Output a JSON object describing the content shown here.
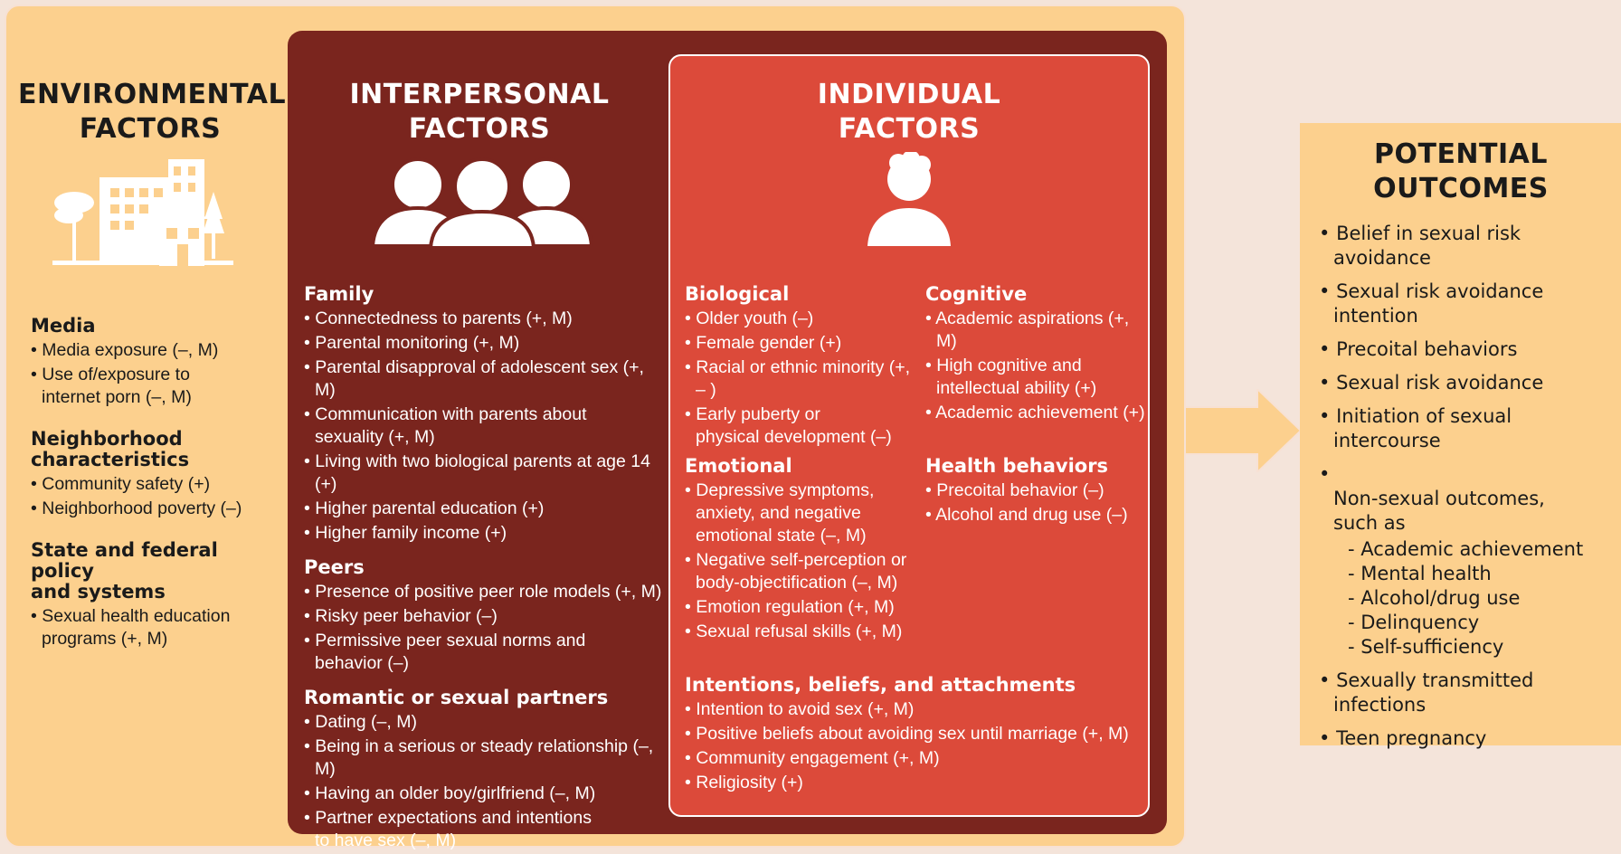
{
  "colors": {
    "page_bg": "#f4e4da",
    "environmental_bg": "#fcd08e",
    "interpersonal_bg": "#7a251e",
    "individual_bg": "#dc4a3a",
    "outcomes_bg": "#fcd08e",
    "arrow": "#fcd08e"
  },
  "icons": {
    "environmental": "buildings-and-trees-icon",
    "interpersonal": "three-people-icon",
    "individual": "person-icon",
    "arrow": "right-arrow-icon"
  },
  "environmental": {
    "heading_line1": "ENVIRONMENTAL",
    "heading_line2": "FACTORS",
    "sections": [
      {
        "title": "Media",
        "items": [
          "Media exposure (–, M)",
          "Use of/exposure to\ninternet porn (–, M)"
        ]
      },
      {
        "title_line1": "Neighborhood",
        "title_line2": "characteristics",
        "items": [
          "Community safety (+)",
          "Neighborhood poverty (–)"
        ]
      },
      {
        "title_line1": "State and federal policy",
        "title_line2": "and systems",
        "items": [
          "Sexual health education\nprograms (+, M)"
        ]
      }
    ]
  },
  "interpersonal": {
    "heading_line1": "INTERPERSONAL",
    "heading_line2": "FACTORS",
    "sections": [
      {
        "title": "Family",
        "items": [
          "Connectedness to parents (+, M)",
          "Parental monitoring (+, M)",
          "Parental disapproval of adolescent sex (+, M)",
          "Communication with parents about\nsexuality (+, M)",
          "Living with two biological parents at age 14 (+)",
          "Higher parental education (+)",
          "Higher family income (+)"
        ]
      },
      {
        "title": "Peers",
        "items": [
          "Presence of positive peer role models (+, M)",
          "Risky peer behavior (–)",
          "Permissive peer sexual norms and\nbehavior (–)"
        ]
      },
      {
        "title": "Romantic or sexual partners",
        "items": [
          "Dating (–, M)",
          "Being in a serious or steady relationship (–, M)",
          "Having an older boy/girlfriend (–, M)",
          "Partner expectations and intentions\nto have sex (–, M)"
        ]
      }
    ]
  },
  "individual": {
    "heading_line1": "INDIVIDUAL",
    "heading_line2": "FACTORS",
    "sections": [
      {
        "title": "Biological",
        "items": [
          "Older youth (–)",
          "Female gender (+)",
          "Racial or ethnic minority (+, – )",
          "Early puberty or\nphysical development (–)"
        ]
      },
      {
        "title": "Cognitive",
        "items": [
          "Academic aspirations (+, M)",
          "High cognitive and\nintellectual ability (+)",
          "Academic achievement (+)"
        ]
      },
      {
        "title": "Emotional",
        "items": [
          "Depressive symptoms,\nanxiety, and negative\nemotional state (–, M)",
          "Negative self-perception or\nbody-objectification (–, M)",
          "Emotion regulation (+, M)",
          "Sexual refusal skills (+, M)"
        ]
      },
      {
        "title": "Health behaviors",
        "items": [
          "Precoital behavior (–)",
          "Alcohol and drug use (–)"
        ]
      },
      {
        "title": "Intentions, beliefs, and attachments",
        "items": [
          "Intention to avoid sex (+, M)",
          "Positive beliefs about avoiding sex until marriage (+, M)",
          "Community engagement (+, M)",
          "Religiosity (+)"
        ]
      }
    ]
  },
  "outcomes": {
    "heading_line1": "POTENTIAL",
    "heading_line2": "OUTCOMES",
    "items": [
      "Belief in sexual risk\navoidance",
      "Sexual risk avoidance\nintention",
      "Precoital behaviors",
      "Sexual risk avoidance",
      "Initiation of sexual\nintercourse",
      "Non-sexual outcomes,\nsuch as",
      "Sexually transmitted\ninfections",
      "Teen pregnancy"
    ],
    "sub_items": [
      "Academic achievement",
      "Mental health",
      "Alcohol/drug use",
      "Delinquency",
      "Self-sufficiency"
    ]
  }
}
